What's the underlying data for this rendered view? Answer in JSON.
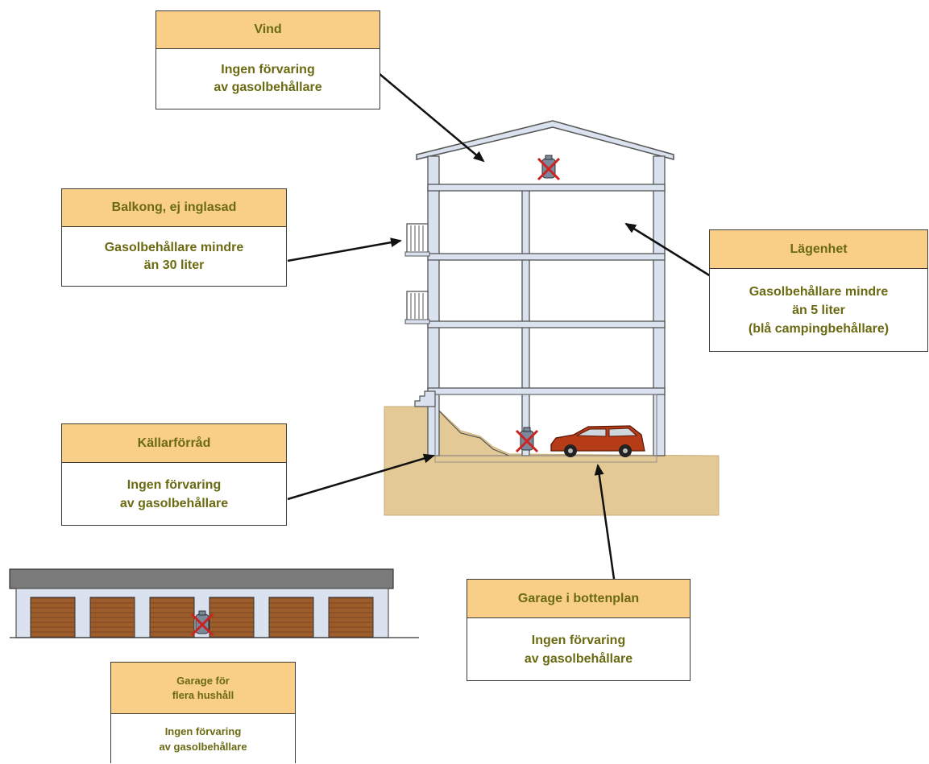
{
  "labels": {
    "vind": {
      "title": "Vind",
      "lines": [
        "Ingen förvaring",
        "av gasolbehållare"
      ]
    },
    "balkong": {
      "title": "Balkong, ej inglasad",
      "lines": [
        "Gasolbehållare mindre",
        "än 30 liter"
      ]
    },
    "lagenhet": {
      "title": "Lägenhet",
      "lines": [
        "Gasolbehållare mindre",
        "än 5 liter",
        "(blå campingbehållare)"
      ]
    },
    "kallarforrad": {
      "title": "Källarförråd",
      "lines": [
        "Ingen förvaring",
        "av gasolbehållare"
      ]
    },
    "garage_bottenplan": {
      "title": "Garage i bottenplan",
      "lines": [
        "Ingen förvaring",
        "av gasolbehållare"
      ]
    },
    "garage_flera": {
      "title_lines": [
        "Garage för",
        "flera hushåll"
      ],
      "lines": [
        "Ingen förvaring",
        "av gasolbehållare"
      ]
    }
  },
  "colors": {
    "label_header": "#f9cf88",
    "label_text": "#6b6a12",
    "ground": "#e3c995",
    "building_fill": "#d9e2ee",
    "garage_door": "#9c5d2b",
    "car": "#b63b17",
    "forbidden_mark": "#cc2222"
  }
}
